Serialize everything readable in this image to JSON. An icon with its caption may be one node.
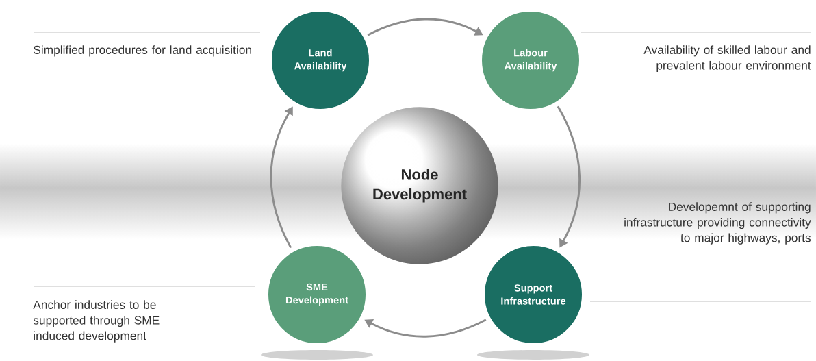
{
  "diagram": {
    "nodes": [
      {
        "text": [
          "Land Availability"
        ]
      },
      {
        "text": [
          "Labour Availability"
        ]
      },
      {
        "text": [
          "Node Development"
        ]
      },
      {
        "text": [
          "SME Development"
        ]
      },
      {
        "text": [
          "Support Infrastructure"
        ]
      }
    ],
    "edges": [
      {
        "from": 0,
        "to": 1,
        "arrow": "to"
      },
      {
        "from": 1,
        "to": 4,
        "arrow": "to"
      },
      {
        "from": 4,
        "to": 3,
        "arrow": "to"
      },
      {
        "from": 3,
        "to": 0,
        "arrow": "to"
      }
    ],
    "labels": [
      "Simplified procedures for land acquisition",
      "Availability of skilled labour and prevalent labour environment",
      "Developemnt of supporting infrastructure providing connectivity to major highways, ports",
      "Anchor industries to be supported through SME induced development"
    ]
  }
}
